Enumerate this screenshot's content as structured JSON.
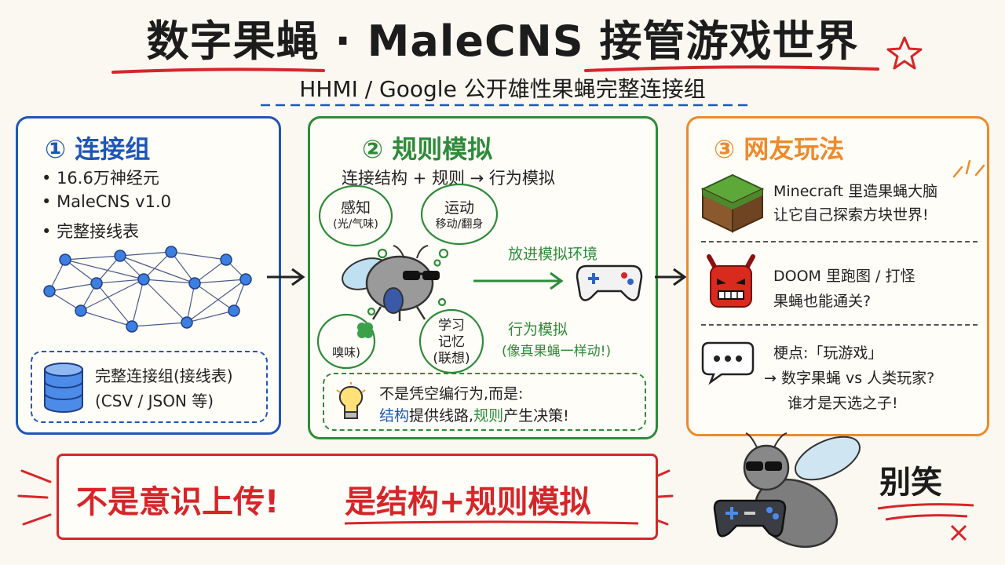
{
  "header": {
    "title": "数字果蝇 · MaleCNS 接管游戏世界",
    "subtitle": "HHMI / Google 公开雄性果蝇完整连接组"
  },
  "panel1": {
    "title": "① 连接组",
    "bullets": [
      "16.6万神经元",
      "MaleCNS v1.0",
      "完整接线表"
    ],
    "db_line1": "完整连接组(接线表)",
    "db_line2": "(CSV / JSON 等)"
  },
  "panel2": {
    "title": "② 规则模拟",
    "subtitle": "连接结构 + 规则 → 行为模拟",
    "bubble_sense": "感知",
    "bubble_sense_sub": "(光/气味)",
    "bubble_motion": "运动",
    "bubble_motion_sub": "移动/翻身",
    "bubble_smell": "嗅味)",
    "bubble_learn1": "学习",
    "bubble_learn2": "记忆",
    "bubble_learn3": "(联想)",
    "arrow_label": "放进模拟环境",
    "behavior1": "行为模拟",
    "behavior2": "(像真果蝇一样动!)",
    "note_line1": "不是凭空编行为,而是:",
    "note_struct": "结构",
    "note_mid": "提供线路,",
    "note_rule": "规则",
    "note_end": "产生决策!"
  },
  "panel3": {
    "title": "③ 网友玩法",
    "item1_line1": "Minecraft 里造果蝇大脑",
    "item1_line2": "让它自己探索方块世界!",
    "item2_line1": "DOOM 里跑图 / 打怪",
    "item2_line2": "果蝇也能通关?",
    "item3_line1": "梗点:「玩游戏」",
    "item3_line2": "→ 数字果蝇 vs 人类玩家?",
    "item3_line3": "谁才是天选之子!"
  },
  "banner": {
    "part1": "不是意识上传!",
    "part2": "是结构+规则模拟"
  },
  "corner": {
    "label": "别笑"
  },
  "colors": {
    "blue": "#1f56b8",
    "green": "#2e8b3a",
    "orange": "#ee8a2a",
    "red": "#d6262a"
  }
}
